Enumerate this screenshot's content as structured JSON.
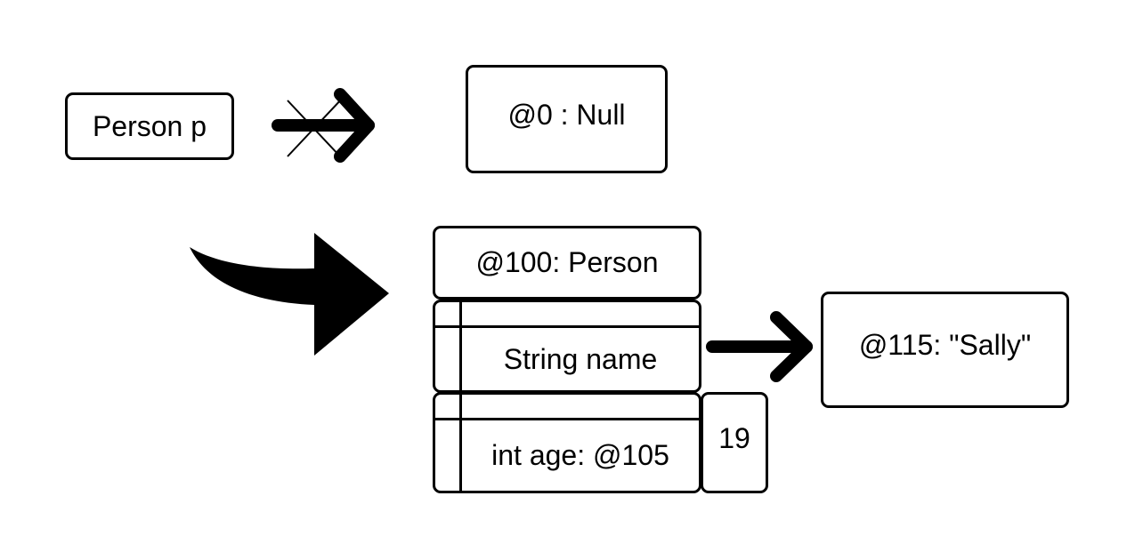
{
  "variable": {
    "label": "Person p"
  },
  "null_object": {
    "label": "@0 : Null"
  },
  "person_object": {
    "header": "@100: Person",
    "fields": [
      {
        "label": "String name"
      },
      {
        "label": "int age: @105"
      }
    ],
    "age_value": "19"
  },
  "string_object": {
    "label": "@115: \"Sally\""
  },
  "colors": {
    "stroke": "#000000",
    "background": "#ffffff"
  }
}
